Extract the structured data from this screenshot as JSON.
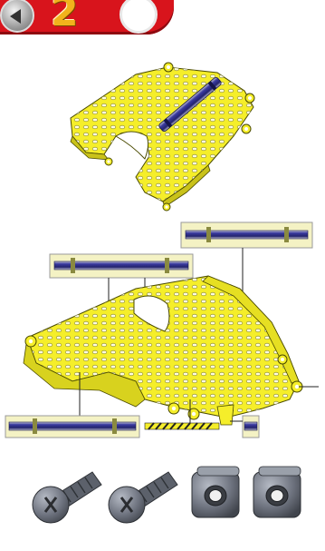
{
  "step": {
    "number": "2"
  },
  "colors": {
    "banner_red": "#d8141c",
    "part_yellow": "#f5ee2a",
    "part_outline": "#4a4a00",
    "axle_blue": "#2a2a8a",
    "screw_gray": "#6f7480"
  },
  "parts": [
    {
      "name": "screw",
      "icon": "screw-icon"
    },
    {
      "name": "screw",
      "icon": "screw-icon"
    },
    {
      "name": "square-nut",
      "icon": "square-nut-icon"
    },
    {
      "name": "square-nut",
      "icon": "square-nut-icon"
    }
  ]
}
